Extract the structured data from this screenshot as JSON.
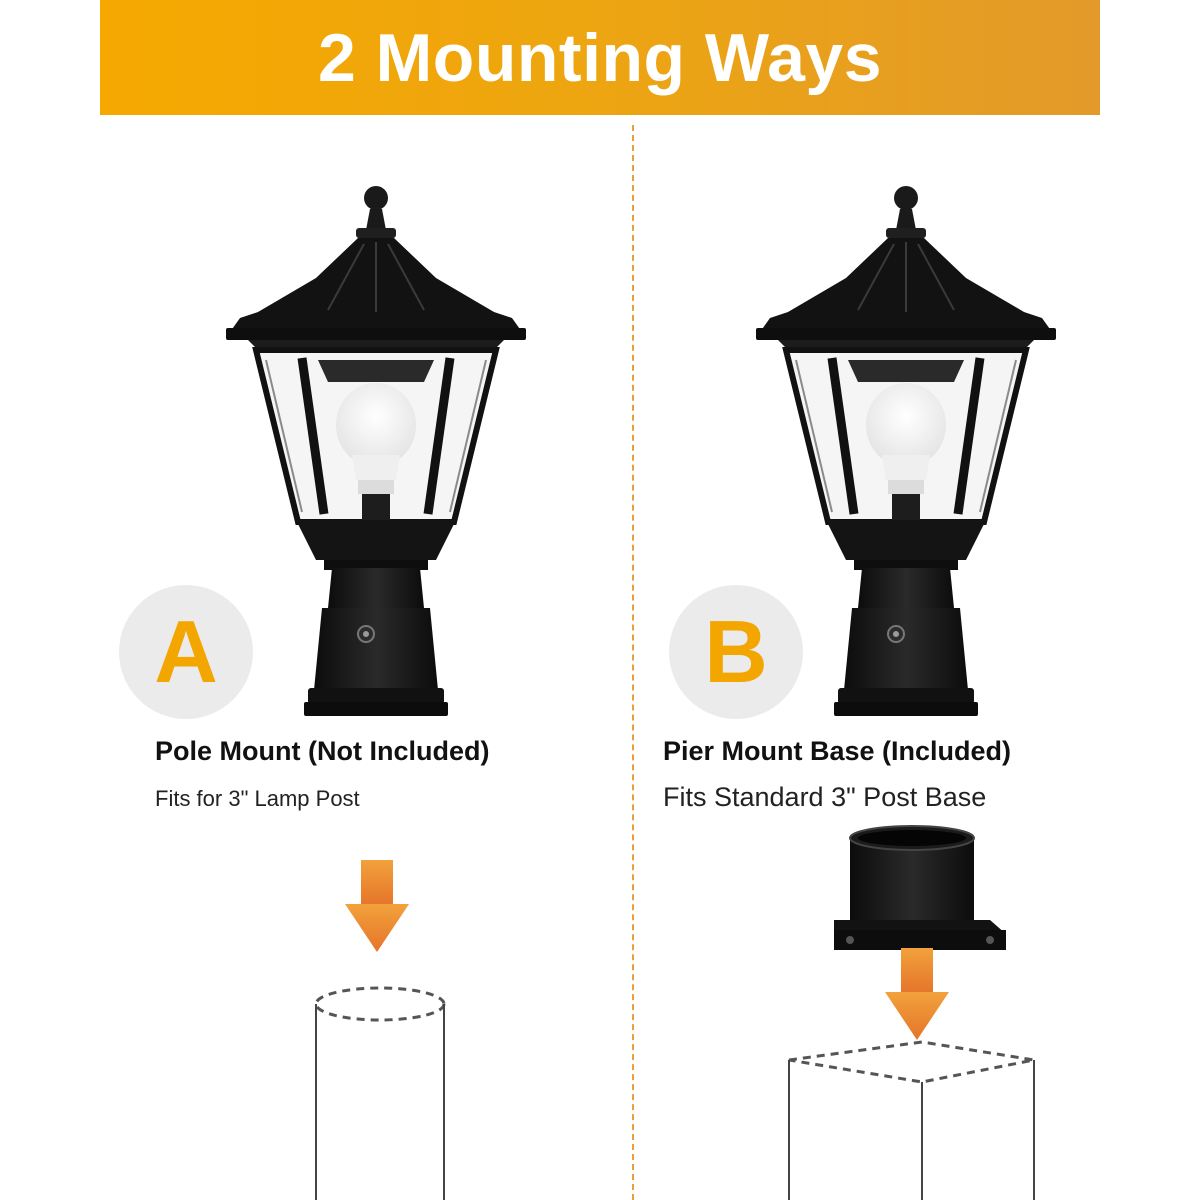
{
  "banner": {
    "title": "2 Mounting Ways",
    "color_start": "#f5a800",
    "color_end": "#e39a2a"
  },
  "options": [
    {
      "badge": "A",
      "title": "Pole Mount (Not Included)",
      "subtitle": "Fits for 3\" Lamp Post",
      "post_shape": "cylinder"
    },
    {
      "badge": "B",
      "title": "Pier Mount Base (Included)",
      "subtitle": "Fits Standard 3\" Post Base",
      "post_shape": "square-pier"
    }
  ],
  "colors": {
    "accent": "#f3a500",
    "arrow": "#e8792a",
    "badge_bg": "#ebebeb",
    "fixture": "#151515",
    "divider": "#e9a03a"
  },
  "icons": [
    "lamp-post-light",
    "down-arrow-icon",
    "pier-mount-base"
  ]
}
